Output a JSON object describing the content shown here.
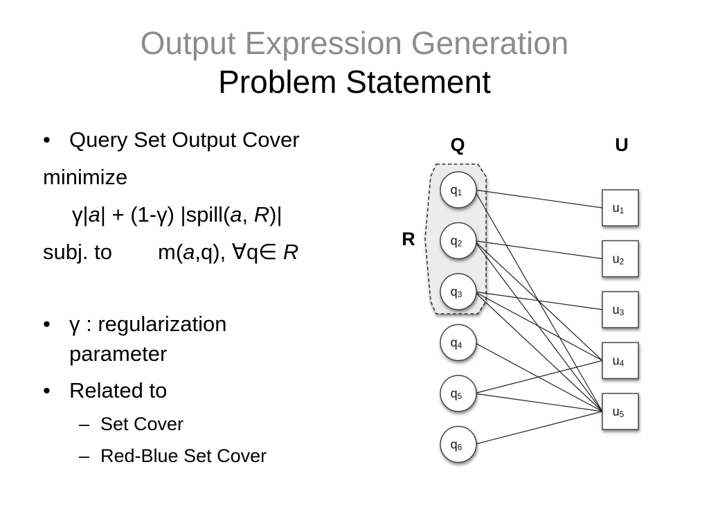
{
  "title": {
    "line1": "Output Expression Generation",
    "line2": "Problem Statement"
  },
  "content": {
    "bullet1": "Query Set Output Cover",
    "minimize_label": "minimize",
    "objective": {
      "p1": "γ|",
      "a1": "a",
      "p2": "| + (1-γ) |spill(",
      "a2": "a",
      "p3": ", ",
      "R": "R",
      "p4": ")|"
    },
    "constraint": {
      "subj": "subj. to",
      "m_prefix": "m(",
      "a": "a",
      "m_suffix": ",q), ∀q∈ ",
      "R": "R"
    },
    "bullet2_line1": "γ : regularization",
    "bullet2_line2": "parameter",
    "bullet3": "Related to",
    "sub_items": [
      "Set Cover",
      "Red-Blue Set Cover"
    ],
    "bullet_symbol": "•",
    "dash_symbol": "–"
  },
  "diagram": {
    "label_Q": "Q",
    "label_U": "U",
    "label_R": "R",
    "q_nodes": [
      "q1",
      "q2",
      "q3",
      "q4",
      "q5",
      "q6"
    ],
    "u_nodes": [
      "u1",
      "u2",
      "u3",
      "u4",
      "u5"
    ],
    "R_members": [
      "q1",
      "q2",
      "q3"
    ],
    "edges": [
      [
        "q1",
        "u1"
      ],
      [
        "q1",
        "u5"
      ],
      [
        "q2",
        "u2"
      ],
      [
        "q2",
        "u4"
      ],
      [
        "q2",
        "u5"
      ],
      [
        "q3",
        "u3"
      ],
      [
        "q3",
        "u4"
      ],
      [
        "q3",
        "u5"
      ],
      [
        "q4",
        "u5"
      ],
      [
        "q5",
        "u4"
      ],
      [
        "q5",
        "u5"
      ],
      [
        "q6",
        "u5"
      ]
    ]
  }
}
